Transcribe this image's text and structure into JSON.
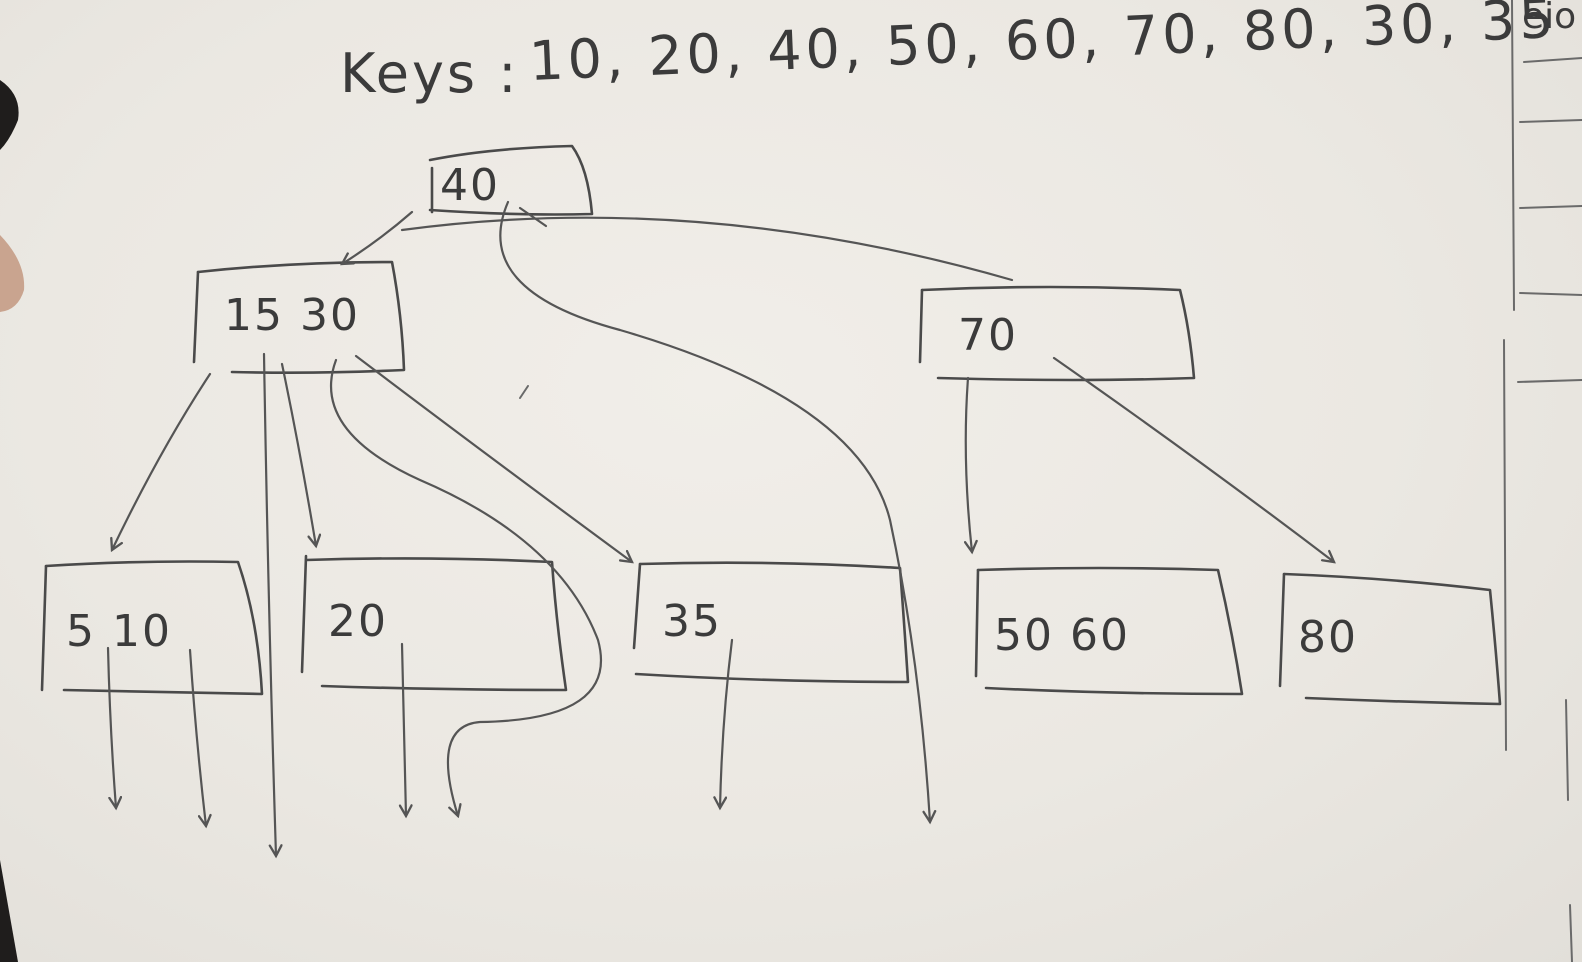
{
  "keys_label": "Keys :",
  "keys_list": "10, 20, 40, 50, 60, 70, 80, 30, 35",
  "corner_text": "eio",
  "nodes": {
    "root": "40",
    "left_internal": "15  30",
    "right_internal": "70",
    "leaf1": "5  10",
    "leaf2": "20",
    "leaf3": "35",
    "leaf4": "50  60",
    "leaf5": "80"
  },
  "colors": {
    "board": "#ebe8e2",
    "ink": "#3b3b3b"
  }
}
